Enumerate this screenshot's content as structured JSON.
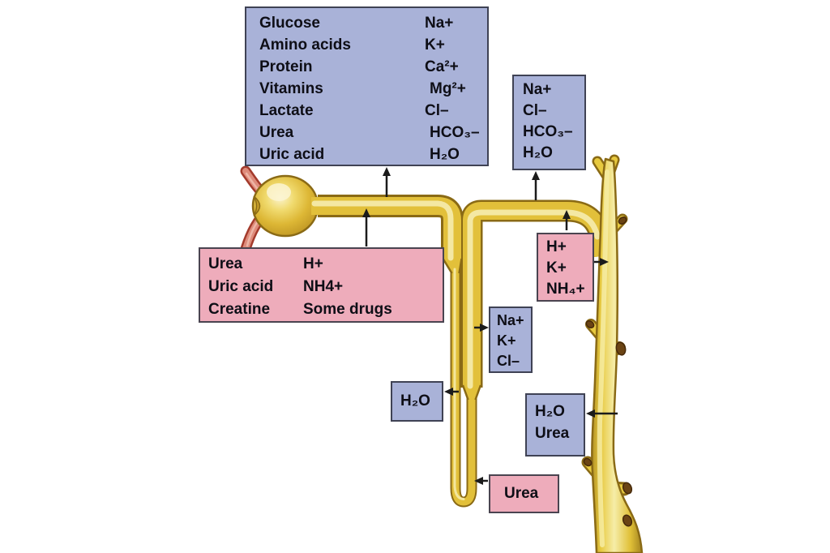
{
  "title": "Nephron transport diagram",
  "colors": {
    "box_blue": "#a9b2d8",
    "box_pink": "#eeacbb",
    "tubule_gold": "#e2c03a",
    "tubule_outline": "#8a6a15",
    "tubule_highlight": "#f6ecaf",
    "vessel_red": "#de8b7b",
    "vessel_outline": "#a43b2c",
    "arrow_black": "#1b1b1b",
    "background": "#ffffff"
  },
  "boxes": {
    "proximal_reabsorbed": {
      "left": [
        "Glucose",
        "Amino acids",
        "Protein",
        "Vitamins",
        "Lactate",
        "Urea",
        "Uric acid"
      ],
      "right": [
        "Na+",
        "K+",
        "Ca²+",
        "Mg²+",
        "Cl–",
        "HCO₃–",
        "H₂O"
      ]
    },
    "distal_reabsorbed": {
      "items": [
        "Na+",
        "Cl–",
        "HCO₃–",
        "H₂O"
      ]
    },
    "proximal_secreted": {
      "left": [
        "Urea",
        "Uric acid",
        "Creatine"
      ],
      "right": [
        "H+",
        "NH4+",
        "Some drugs"
      ]
    },
    "distal_secreted": {
      "items": [
        "H+",
        "K+",
        "NH₄+"
      ]
    },
    "ascending_limb_reabsorbed": {
      "items": [
        "Na+",
        "K+",
        "Cl–"
      ]
    },
    "descending_limb_reabsorbed": {
      "items": [
        "H₂O"
      ]
    },
    "collecting_duct_reabsorbed": {
      "items": [
        "H₂O",
        "Urea"
      ]
    },
    "loop_secreted": {
      "items": [
        "Urea"
      ]
    }
  }
}
